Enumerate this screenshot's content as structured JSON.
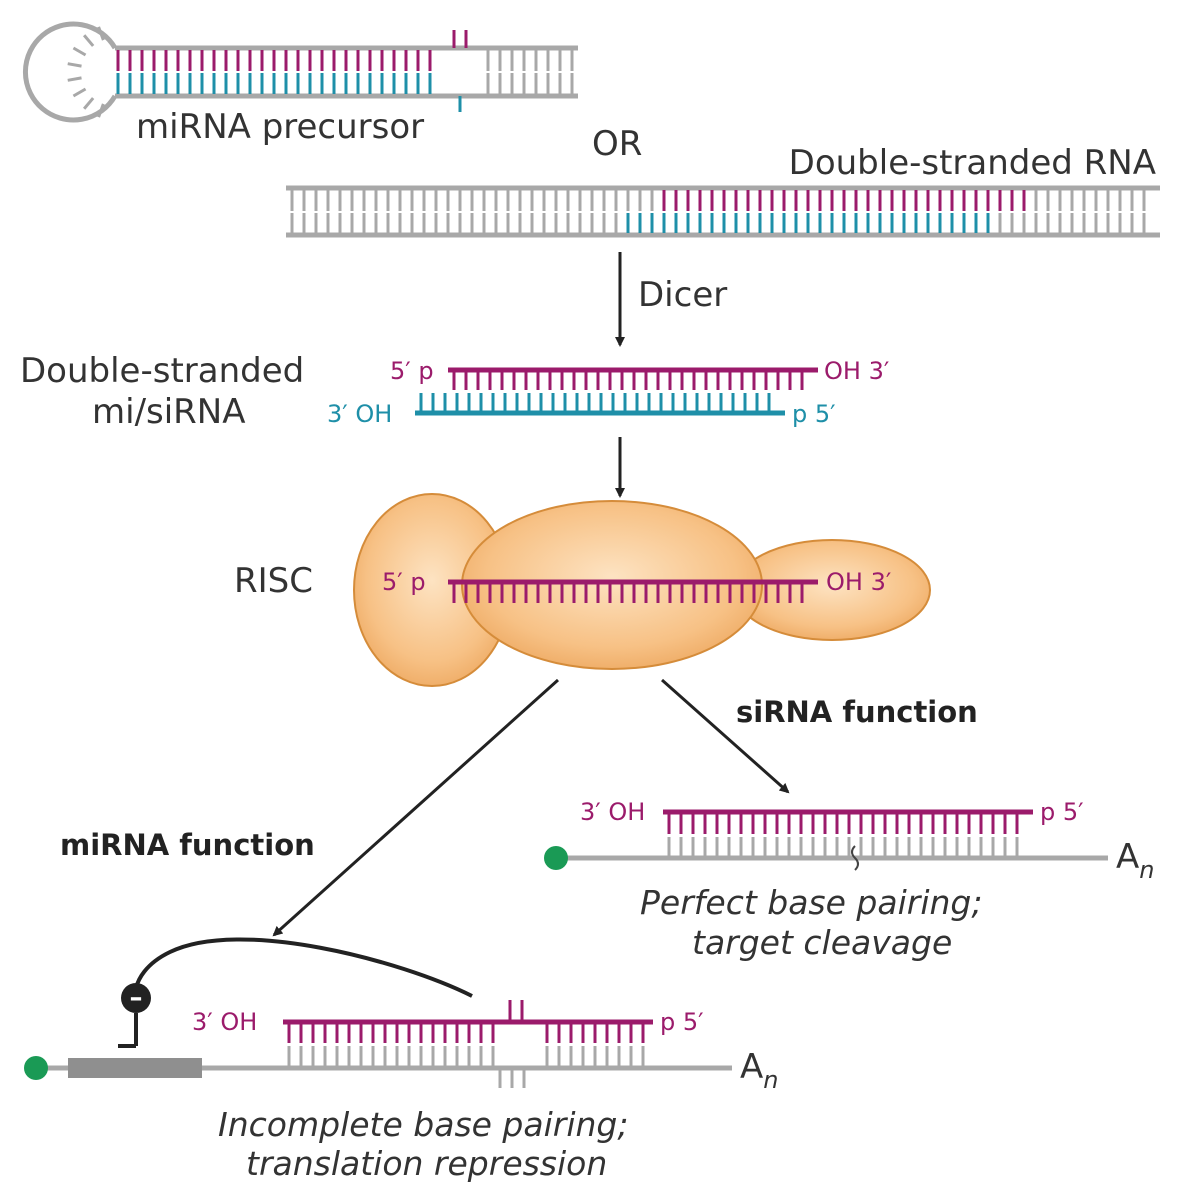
{
  "labels": {
    "mirna_precursor": "miRNA precursor",
    "or": "OR",
    "dsrna": "Double-stranded RNA",
    "dicer": "Dicer",
    "ds_mi_si_line1": "Double-stranded",
    "ds_mi_si_line2": "mi/siRNA",
    "risc": "RISC",
    "sirna_function": "siRNA function",
    "mirna_function": "miRNA function",
    "perfect_line1": "Perfect base pairing;",
    "perfect_line2": "target cleavage",
    "incomplete_line1": "Incomplete base pairing;",
    "incomplete_line2": "translation repression",
    "poly_a": "A",
    "poly_a_sub": "n"
  },
  "ends": {
    "five_p": "5′ p",
    "oh_three": "OH 3′",
    "three_oh": "3′ OH",
    "p_five": "p 5′"
  },
  "repression_symbol": "–",
  "colors": {
    "magenta": "#9b1b6b",
    "cyan": "#1e8fa8",
    "gray": "#a8a8a8",
    "risc_fill": "#f5b872",
    "cap": "#1a9a55"
  }
}
